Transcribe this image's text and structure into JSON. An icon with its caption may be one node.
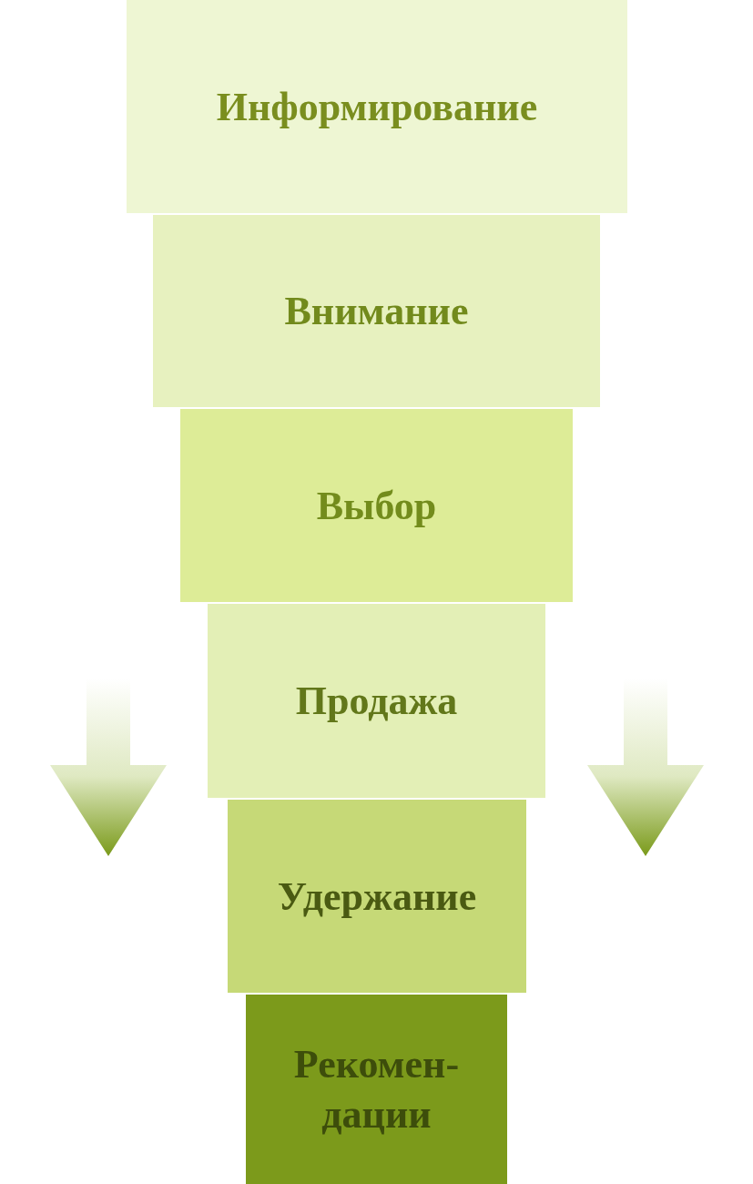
{
  "diagram": {
    "nodes": [
      {
        "text": [
          "Информирование"
        ]
      },
      {
        "text": [
          "Внимание"
        ]
      },
      {
        "text": [
          "Выбор"
        ]
      },
      {
        "text": [
          "Продажа"
        ]
      },
      {
        "text": [
          "Удержание"
        ]
      },
      {
        "text": [
          "Рекомен-дации"
        ]
      }
    ]
  }
}
